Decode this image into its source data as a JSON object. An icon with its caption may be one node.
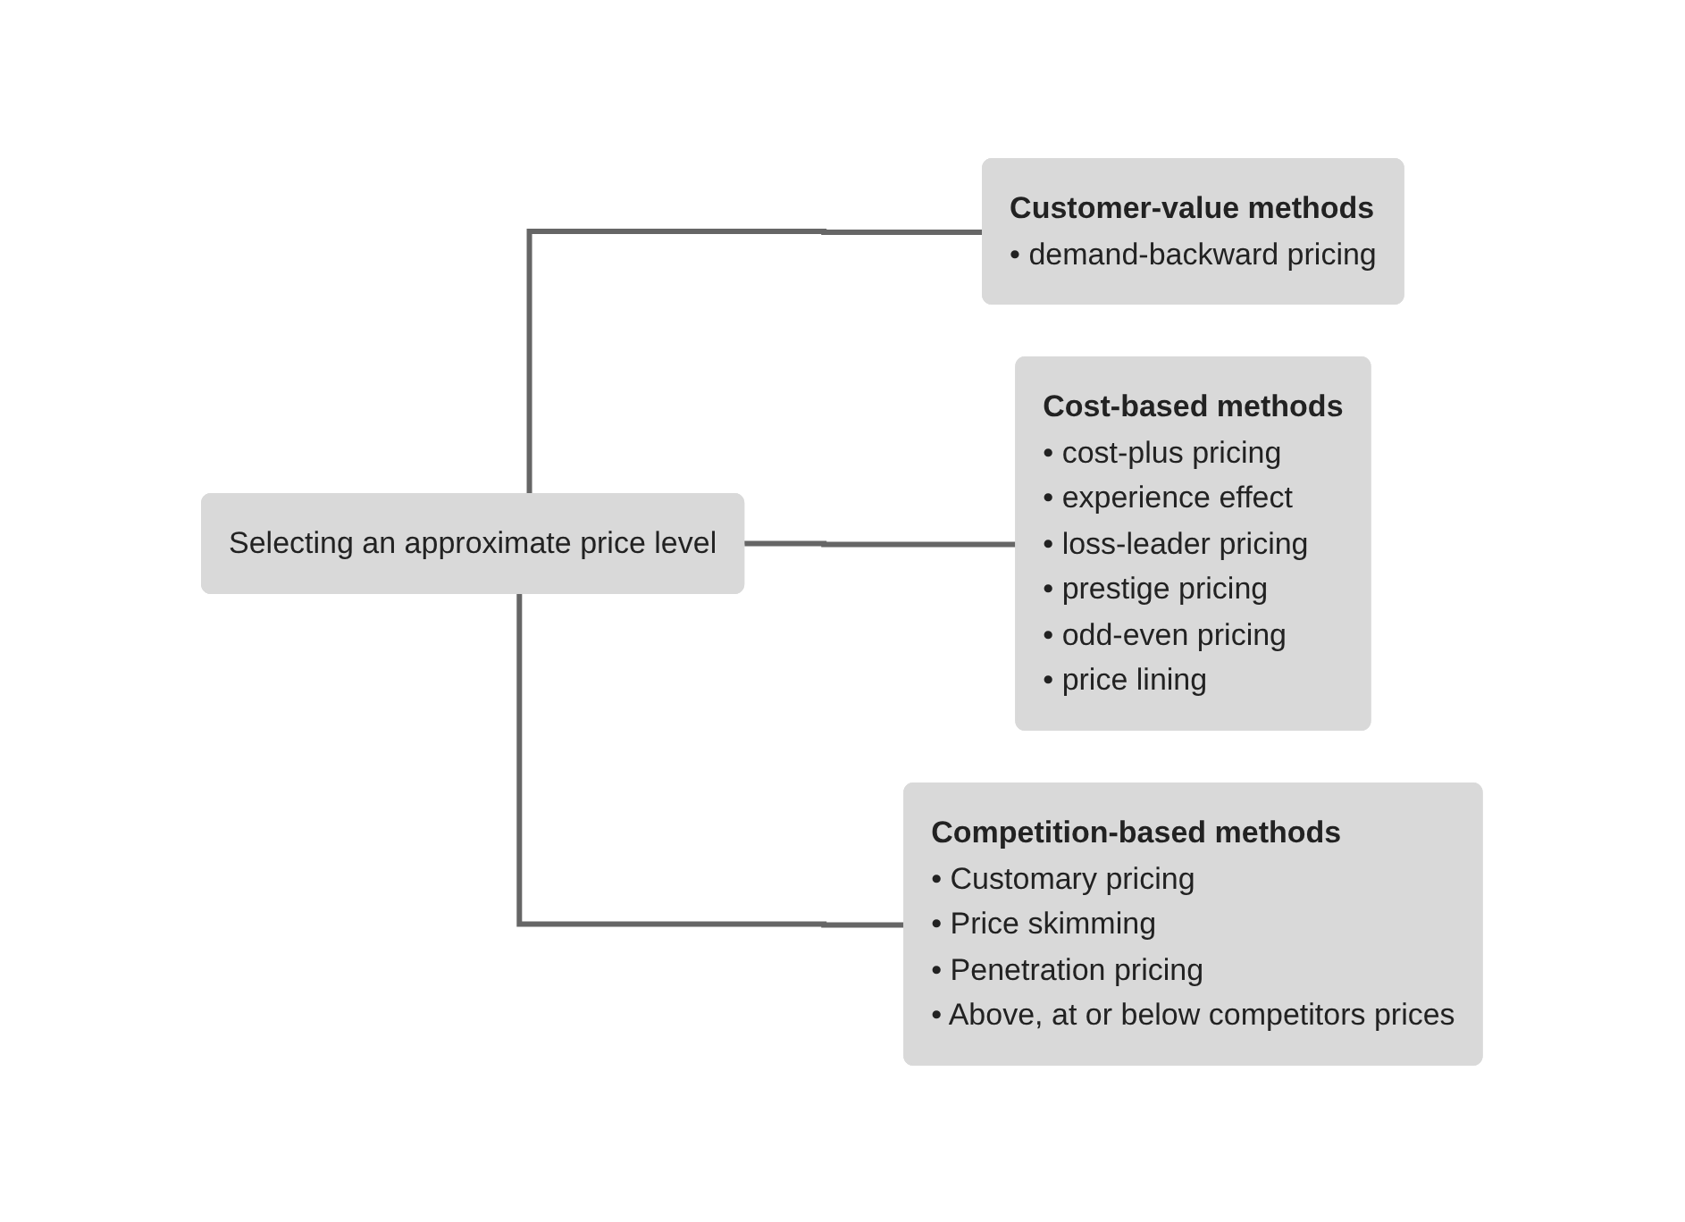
{
  "diagram": {
    "nodes": [
      {
        "text": [
          "Selecting an approximate price level"
        ]
      },
      {
        "text": [
          "Customer-value methods",
          "• demand-backward pricing"
        ]
      },
      {
        "text": [
          "Cost-based methods",
          "• cost-plus pricing",
          "• experience effect",
          "• loss-leader pricing",
          "• prestige pricing",
          "• odd-even pricing",
          "• price lining"
        ]
      },
      {
        "text": [
          "Competition-based methods",
          "• Customary pricing",
          "• Price skimming",
          "• Penetration pricing",
          "• Above, at or below competitors prices"
        ]
      }
    ],
    "edges": [
      {
        "from": 0,
        "to": 1,
        "arrow": "none"
      },
      {
        "from": 0,
        "to": 2,
        "arrow": "none"
      },
      {
        "from": 0,
        "to": 3,
        "arrow": "none"
      }
    ]
  }
}
